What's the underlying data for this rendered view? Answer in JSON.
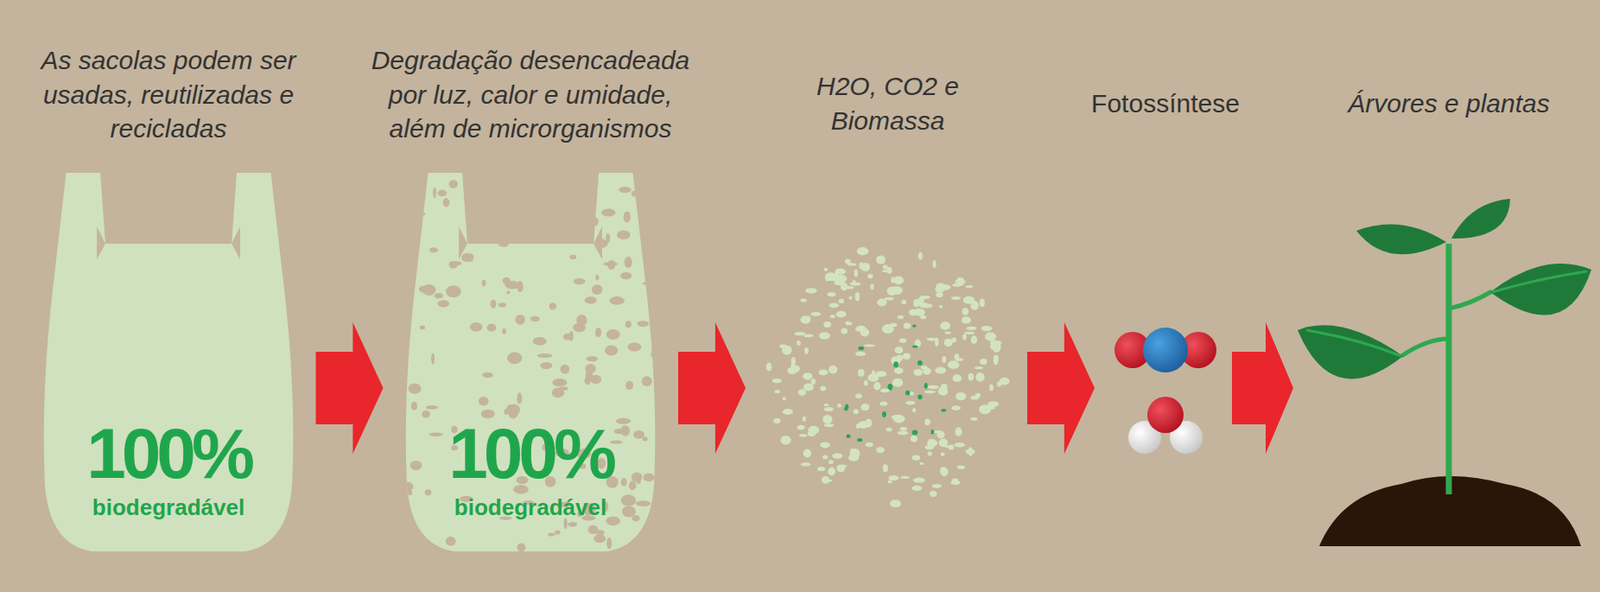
{
  "diagram": {
    "nodes": [
      {
        "text": [
          "As sacolas podem ser usadas, reutilizadas e recicladas",
          "100%",
          "biodegradável"
        ]
      },
      {
        "text": [
          "Degradação desencadeada por luz, calor e umidade, além de microrganismos",
          "100%",
          "biodegradável"
        ]
      },
      {
        "text": [
          "H2O, CO2 e Biomassa"
        ]
      },
      {
        "text": [
          "Fotossíntese"
        ]
      },
      {
        "text": [
          "Árvores e plantas"
        ]
      }
    ],
    "edges": [
      {
        "from": 0,
        "to": 1,
        "arrow": "to"
      },
      {
        "from": 1,
        "to": 2,
        "arrow": "to"
      },
      {
        "from": 2,
        "to": 3,
        "arrow": "to"
      },
      {
        "from": 3,
        "to": 4,
        "arrow": "to"
      }
    ]
  }
}
